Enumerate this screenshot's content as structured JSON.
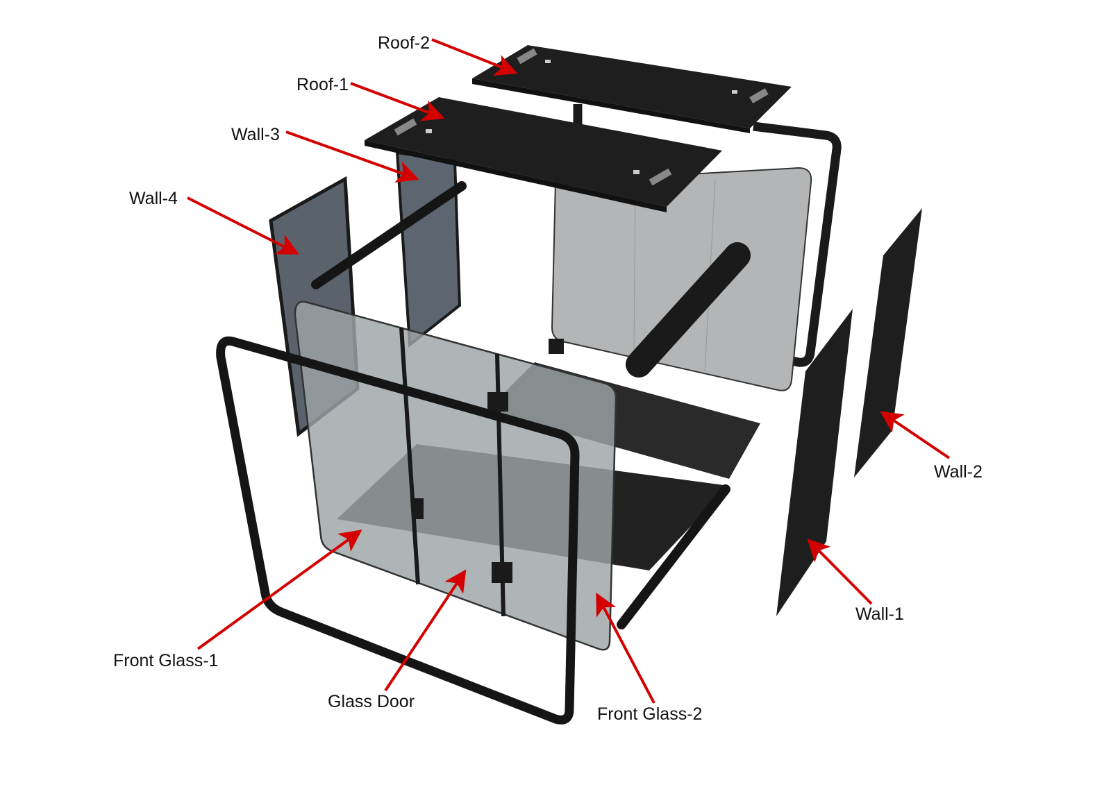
{
  "diagram": {
    "type": "exploded-assembly",
    "arrow_color": "#d40000",
    "panel_color": "#1e1e1e",
    "glass_color": "#a4a8aa",
    "tinted_wall_color": "#5a636c",
    "labels": {
      "roof2": "Roof-2",
      "roof1": "Roof-1",
      "wall3": "Wall-3",
      "wall4": "Wall-4",
      "wall2": "Wall-2",
      "wall1": "Wall-1",
      "front_glass1": "Front Glass-1",
      "glass_door": "Glass Door",
      "front_glass2": "Front Glass-2"
    }
  }
}
